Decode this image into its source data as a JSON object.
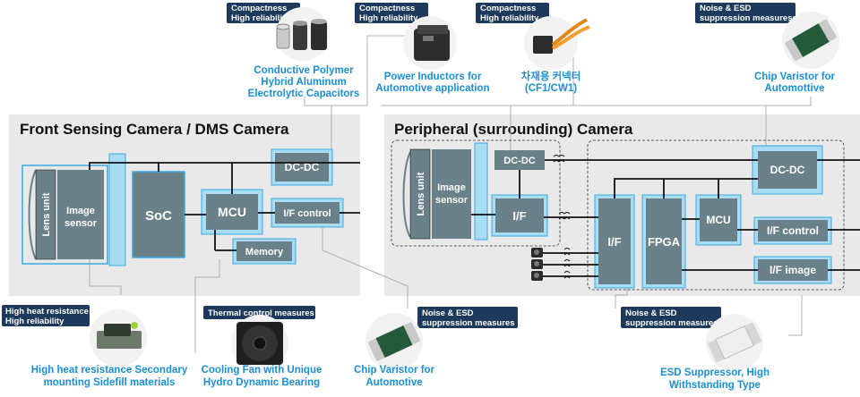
{
  "panels": {
    "front": {
      "title": "Front Sensing Camera / DMS Camera"
    },
    "peripheral": {
      "title": "Peripheral (surrounding) Camera"
    }
  },
  "blocks": {
    "lens_unit": "Lens unit",
    "image_sensor_1": "Image",
    "image_sensor_2": "sensor",
    "soc": "SoC",
    "mcu": "MCU",
    "memory": "Memory",
    "dcdc": "DC-DC",
    "if_control": "I/F control",
    "if": "I/F",
    "fpga": "FPGA",
    "if_image": "I/F image"
  },
  "tags": {
    "compact": [
      "Compactness",
      "High reliability"
    ],
    "noise_esd_1": [
      "Noise & ESD",
      "suppression measuresc"
    ],
    "noise_esd_2": [
      "Noise & ESD",
      "suppression measures"
    ],
    "heat": [
      "High heat resistance",
      "High reliability"
    ],
    "thermal": "Thermal control measures"
  },
  "captions": {
    "capacitors": [
      "Conductive Polymer",
      "Hybrid Aluminum",
      "Electrolytic Capacitors"
    ],
    "inductors": [
      "Power Inductors for",
      "Automotive application"
    ],
    "connector": [
      "차재용 커넥터",
      "(CF1/CW1)"
    ],
    "varistor_top": [
      "Chip Varistor for",
      "Automottive"
    ],
    "sidefill": [
      "High heat resistance Secondary",
      "mounting Sidefill materials"
    ],
    "fan": [
      "Cooling Fan with Unique",
      "Hydro Dynamic Bearing"
    ],
    "varistor_mid": [
      "Chip Varistor for",
      "Automotive"
    ],
    "esd": [
      "ESD Suppressor, High",
      "Withstanding Type"
    ]
  },
  "colors": {
    "block": "#6b8189",
    "highlight": "#a9dcf2",
    "highlight_border": "#3aa9e0",
    "panel": "#e9e9e9",
    "tag": "#1d3a5c",
    "caption": "#1a8fd6"
  }
}
